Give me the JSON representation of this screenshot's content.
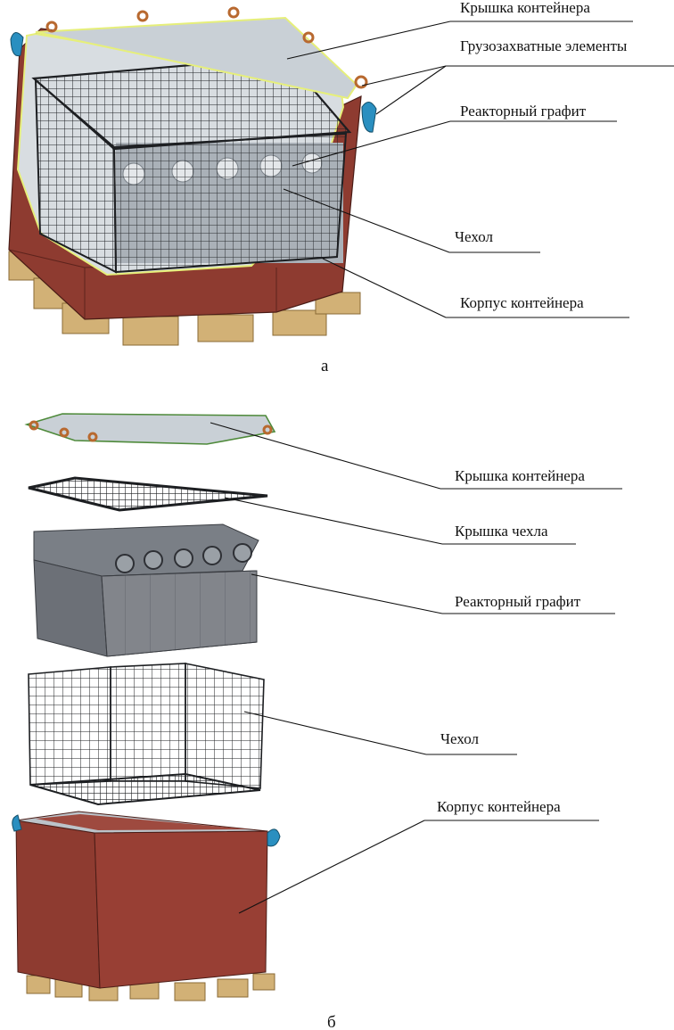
{
  "figure_a": {
    "caption": "а",
    "labels": {
      "lid": "Крышка контейнера",
      "lifting": "Грузозахватные элементы",
      "graphite": "Реакторный графит",
      "cover": "Чехол",
      "body": "Корпус контейнера"
    }
  },
  "figure_b": {
    "caption": "б",
    "labels": {
      "lid": "Крышка контейнера",
      "cover_lid": "Крышка чехла",
      "graphite": "Реакторный графит",
      "cover": "Чехол",
      "body": "Корпус контейнера"
    }
  },
  "colors": {
    "body": "#8e3b30",
    "body_dark": "#6e2a22",
    "lid": "#c9d0d6",
    "graphite": "#6c7077",
    "grid": "#1d1f22",
    "pallet": "#d2b176",
    "hook": "#2a8fc0",
    "eye": "#b8692f"
  }
}
